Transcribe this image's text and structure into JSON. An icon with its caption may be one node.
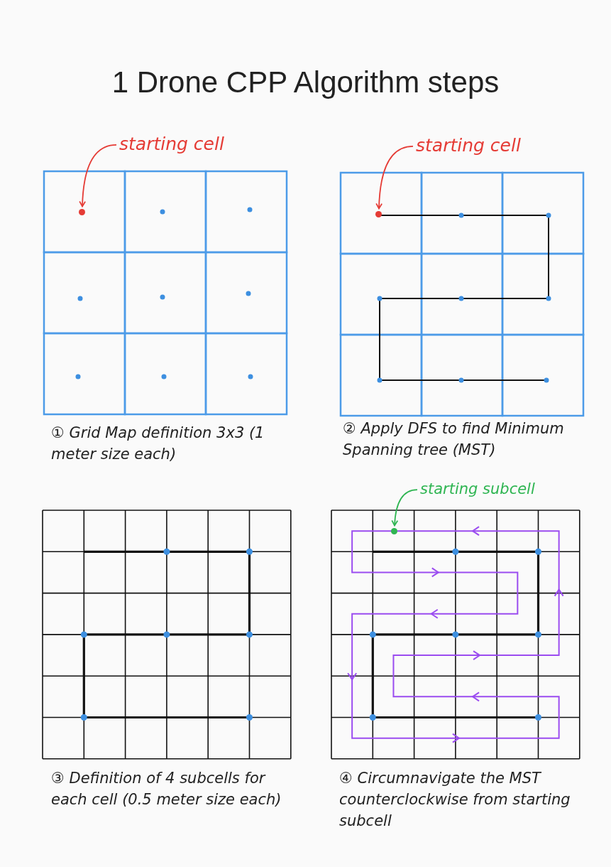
{
  "diagram": {
    "title": "1 Drone CPP Algorithm steps",
    "nodes": [
      {
        "text": [
          "starting cell"
        ]
      },
      {
        "text": [],
        "shape": "circle"
      },
      {
        "text": [
          "starting cell"
        ]
      },
      {
        "text": [],
        "shape": "circle"
      },
      {
        "text": [
          "starting subcell"
        ]
      },
      {
        "text": [],
        "shape": "circle"
      }
    ],
    "edges": [
      {
        "from": 0,
        "to": 1,
        "arrow": "to"
      },
      {
        "from": 2,
        "to": 3,
        "arrow": "to"
      },
      {
        "from": 4,
        "to": 5,
        "arrow": "to",
        "color": "#2fb552"
      }
    ],
    "labels": [
      "① Grid Map definition 3x3 (1 meter size each)",
      "② Apply DFS to find Minimum Spanning tree (MST)",
      "③ Definition of 4 subcells for each cell (0.5 meter size each)",
      "④ Circumnavigate the MST counterclockwise from starting subcell"
    ]
  }
}
